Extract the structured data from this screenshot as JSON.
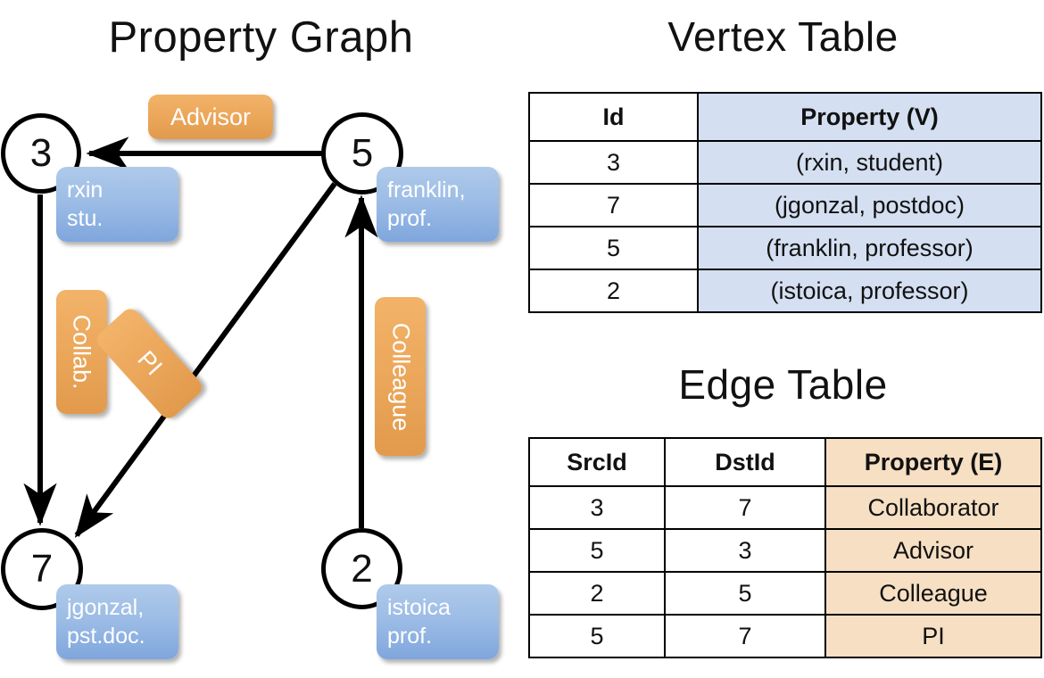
{
  "panels": {
    "graph_title": "Property Graph",
    "vertex_title": "Vertex Table",
    "edge_title": "Edge Table"
  },
  "graph": {
    "nodes": [
      {
        "id": "3",
        "label": "3",
        "property": "rxin\nstu."
      },
      {
        "id": "5",
        "label": "5",
        "property": "franklin,\nprof."
      },
      {
        "id": "7",
        "label": "7",
        "property": "jgonzal,\npst.doc."
      },
      {
        "id": "2",
        "label": "2",
        "property": "istoica\nprof."
      }
    ],
    "edge_labels": [
      {
        "name": "advisor",
        "text": "Advisor",
        "orientation": "horizontal"
      },
      {
        "name": "collaborator",
        "text": "Collab.",
        "orientation": "vertical"
      },
      {
        "name": "pi",
        "text": "PI",
        "orientation": "rotated"
      },
      {
        "name": "colleague",
        "text": "Colleague",
        "orientation": "vertical"
      }
    ],
    "edges": [
      {
        "src": "5",
        "dst": "3",
        "label": "Advisor"
      },
      {
        "src": "3",
        "dst": "7",
        "label": "Collab."
      },
      {
        "src": "5",
        "dst": "7",
        "label": "PI"
      },
      {
        "src": "2",
        "dst": "5",
        "label": "Colleague"
      }
    ]
  },
  "vertex_table": {
    "headers": [
      "Id",
      "Property (V)"
    ],
    "rows": [
      {
        "id": "3",
        "property": "(rxin, student)"
      },
      {
        "id": "7",
        "property": "(jgonzal, postdoc)"
      },
      {
        "id": "5",
        "property": "(franklin, professor)"
      },
      {
        "id": "2",
        "property": "(istoica, professor)"
      }
    ]
  },
  "edge_table": {
    "headers": [
      "SrcId",
      "DstId",
      "Property (E)"
    ],
    "rows": [
      {
        "src": "3",
        "dst": "7",
        "property": "Collaborator"
      },
      {
        "src": "5",
        "dst": "3",
        "property": "Advisor"
      },
      {
        "src": "2",
        "dst": "5",
        "property": "Colleague"
      },
      {
        "src": "5",
        "dst": "7",
        "property": "PI"
      }
    ]
  },
  "colors": {
    "vertex_property_fill": "#d4dff1",
    "edge_property_fill": "#f6dfc3",
    "node_box_blue": "#9dbde6",
    "edge_label_orange": "#eca85c",
    "stroke": "#000000"
  }
}
